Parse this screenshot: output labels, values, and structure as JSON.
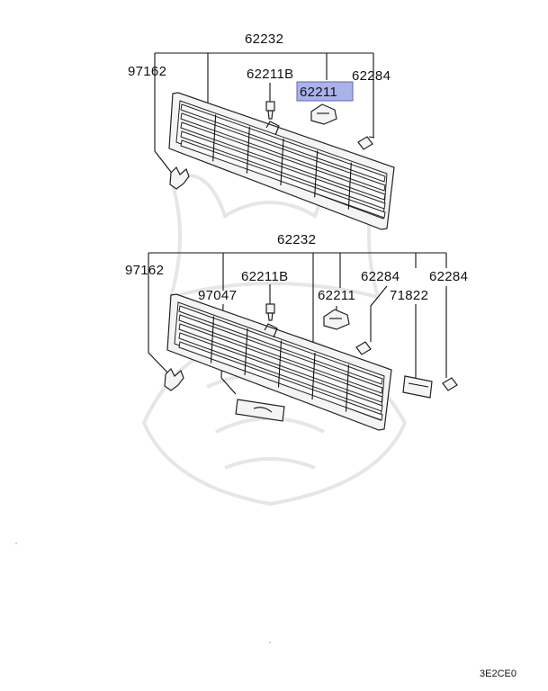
{
  "diagram": {
    "upper_assembly": {
      "grille_label": "62232",
      "emblem_label": "97162",
      "clip_label": "62211B",
      "highlighted_label": "62211",
      "screw_label": "62284"
    },
    "lower_assembly": {
      "grille_label": "62232",
      "emblem_label": "97162",
      "badge_label": "97047",
      "clip_label": "62211B",
      "nut_label": "62211",
      "screw_label_1": "62284",
      "bracket_label": "71822",
      "screw_label_2": "62284"
    },
    "highlight_color": "#a9b3e8",
    "diagram_code": "3E2CE0"
  }
}
